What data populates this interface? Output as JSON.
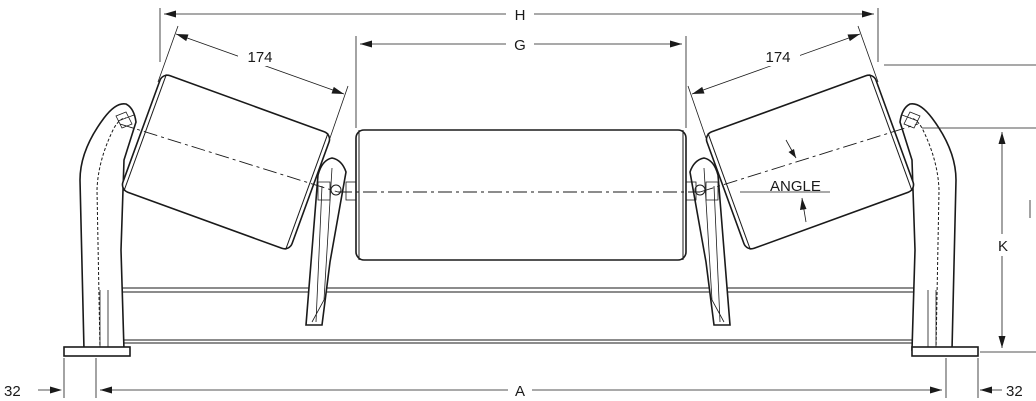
{
  "diagram": {
    "labels": {
      "H": "H",
      "G": "G",
      "roll_left": "174",
      "roll_right": "174",
      "angle": "ANGLE",
      "K": "K",
      "A": "A",
      "offset_left": "32",
      "offset_right": "32"
    },
    "colors": {
      "line": "#1a1a1a",
      "background": "#ffffff"
    }
  }
}
